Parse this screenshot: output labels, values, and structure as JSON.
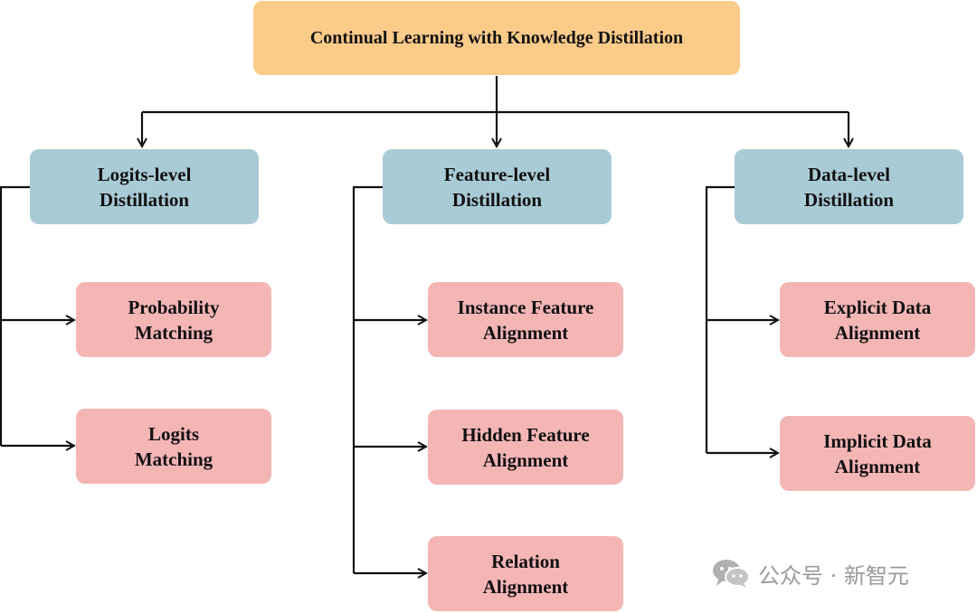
{
  "root": {
    "label": "Continual Learning with Knowledge Distillation"
  },
  "categories": [
    {
      "line1": "Logits-level",
      "line2": "Distillation",
      "children": [
        {
          "line1": "Probability",
          "line2": "Matching"
        },
        {
          "line1": "Logits",
          "line2": "Matching"
        }
      ]
    },
    {
      "line1": "Feature-level",
      "line2": "Distillation",
      "children": [
        {
          "line1": "Instance Feature",
          "line2": "Alignment"
        },
        {
          "line1": "Hidden Feature",
          "line2": "Alignment"
        },
        {
          "line1": "Relation",
          "line2": "Alignment"
        }
      ]
    },
    {
      "line1": "Data-level",
      "line2": "Distillation",
      "children": [
        {
          "line1": "Explicit Data",
          "line2": "Alignment"
        },
        {
          "line1": "Implicit Data",
          "line2": "Alignment"
        }
      ]
    }
  ],
  "watermark": {
    "text": "公众号 · 新智元",
    "icon": "wechat-icon"
  },
  "colors": {
    "root": "#fbcb8a",
    "category": "#a9cbd6",
    "leaf": "#f4b5b5",
    "line": "#111111"
  }
}
